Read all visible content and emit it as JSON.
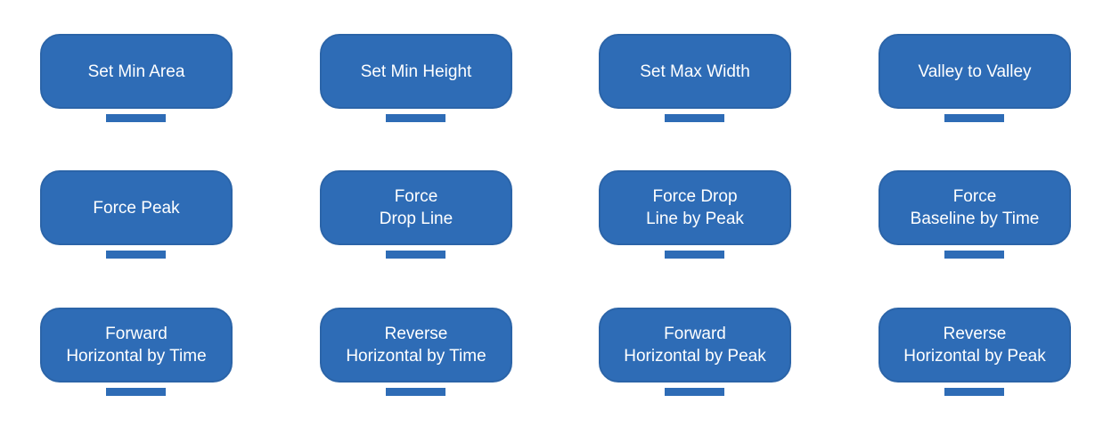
{
  "colors": {
    "box_fill": "#2e6cb6",
    "box_border": "#2b64a8",
    "text": "#ffffff",
    "bar": "#2e6cb6"
  },
  "buttons": [
    {
      "lines": [
        "Set Min Area"
      ]
    },
    {
      "lines": [
        "Set Min Height"
      ]
    },
    {
      "lines": [
        "Set Max Width"
      ]
    },
    {
      "lines": [
        "Valley to Valley"
      ]
    },
    {
      "lines": [
        "Force Peak"
      ]
    },
    {
      "lines": [
        "Force",
        "Drop Line"
      ]
    },
    {
      "lines": [
        "Force Drop",
        "Line by Peak"
      ]
    },
    {
      "lines": [
        "Force",
        "Baseline by Time"
      ]
    },
    {
      "lines": [
        "Forward",
        "Horizontal by Time"
      ]
    },
    {
      "lines": [
        "Reverse",
        "Horizontal by Time"
      ]
    },
    {
      "lines": [
        "Forward",
        "Horizontal by Peak"
      ]
    },
    {
      "lines": [
        "Reverse",
        "Horizontal by Peak"
      ]
    }
  ]
}
